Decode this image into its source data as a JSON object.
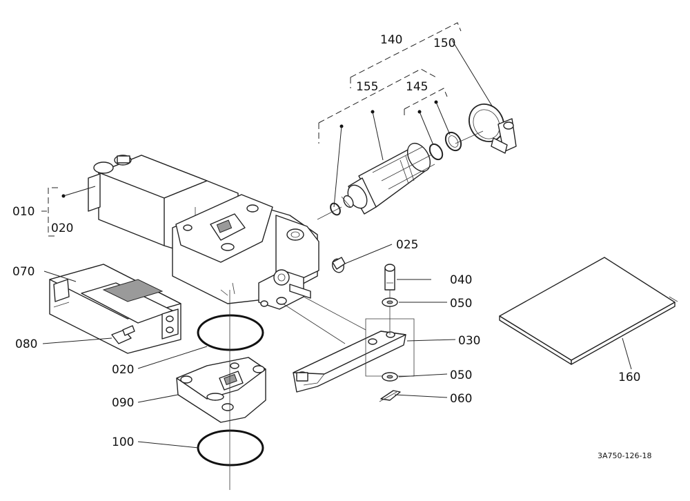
{
  "labels": {
    "l010": "010",
    "l020a": "020",
    "l020b": "020",
    "l025": "025",
    "l030": "030",
    "l040": "040",
    "l050a": "050",
    "l050b": "050",
    "l060": "060",
    "l070": "070",
    "l080": "080",
    "l090": "090",
    "l100": "100",
    "l140": "140",
    "l145": "145",
    "l150": "150",
    "l155": "155",
    "l160": "160"
  },
  "drawing_ref": "3A750-126-18"
}
